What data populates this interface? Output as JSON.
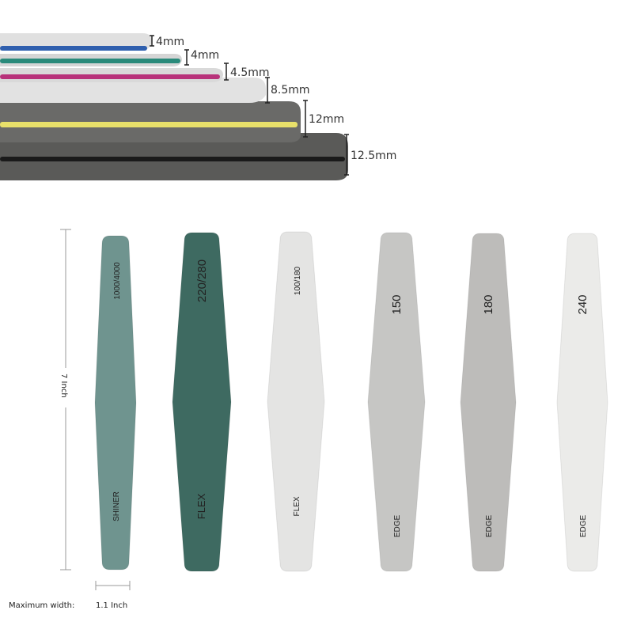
{
  "thickness_labels": [
    "4mm",
    "4mm",
    "4.5mm",
    "8.5mm",
    "12mm",
    "12.5mm"
  ],
  "length_label": "7 Inch",
  "width_caption": "Maximum width:",
  "width_value": "1.1 Inch",
  "files": [
    {
      "grit": "1000/4000",
      "type": "SHINER",
      "color": "#6f948f"
    },
    {
      "grit": "220/280",
      "type": "FLEX",
      "color": "#3e6a61"
    },
    {
      "grit": "100/180",
      "type": "FLEX",
      "color": "#e4e4e3"
    },
    {
      "grit": "150",
      "type": "EDGE",
      "color": "#c6c6c4"
    },
    {
      "grit": "180",
      "type": "EDGE",
      "color": "#bdbcba"
    },
    {
      "grit": "240",
      "type": "EDGE",
      "color": "#ebebe9"
    }
  ],
  "layer_colors": [
    "#2f5fae",
    "#2a8a7a",
    "#b8327a",
    "#e8e8e8",
    "#e8e06a",
    "#1a1a1a"
  ]
}
